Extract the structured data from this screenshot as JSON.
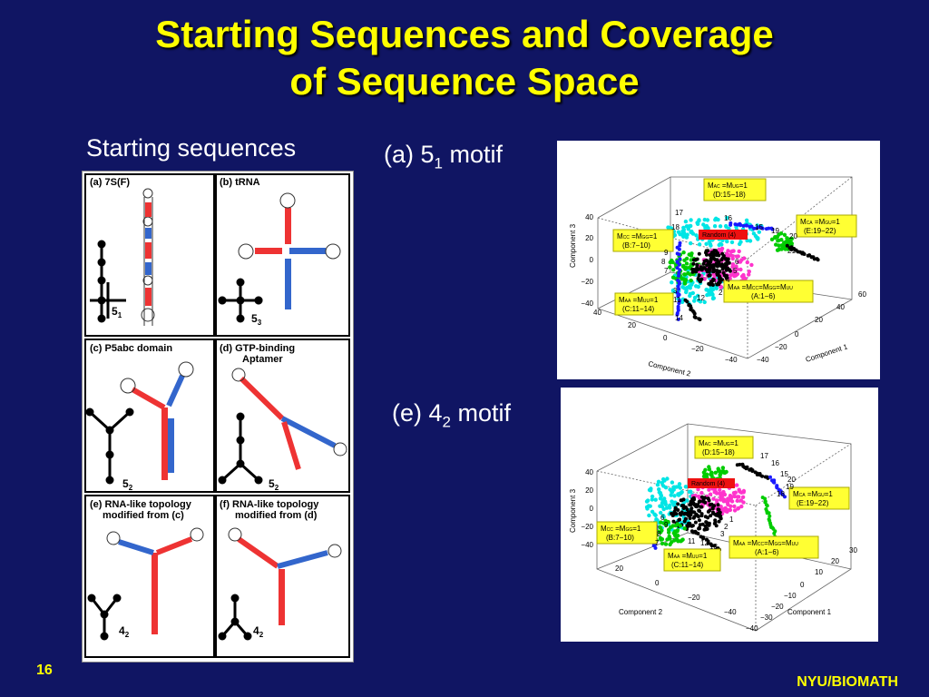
{
  "slide": {
    "title_line1": "Starting Sequences and Coverage",
    "title_line2": "of Sequence Space",
    "starting_sequences_label": "Starting sequences",
    "slide_number": "16",
    "footer": "NYU/BIOMATH",
    "colors": {
      "background": "#101563",
      "title": "#ffff00",
      "label": "#ffffff"
    }
  },
  "rna_panels": [
    {
      "label": "(a) 7S(F)",
      "motif": "5",
      "motif_sub": "1"
    },
    {
      "label": "(b) tRNA",
      "motif": "5",
      "motif_sub": "3"
    },
    {
      "label": "(c) P5abc domain",
      "motif": "5",
      "motif_sub": "2"
    },
    {
      "label_line1": "(d) GTP-binding",
      "label_line2": "Aptamer",
      "motif": "5",
      "motif_sub": "2"
    },
    {
      "label_line1": "(e) RNA-like topology",
      "label_line2": "modified from (c)",
      "motif": "4",
      "motif_sub": "2"
    },
    {
      "label_line1": "(f) RNA-like topology",
      "label_line2": "modified from (d)",
      "motif": "4",
      "motif_sub": "2"
    }
  ],
  "plot_a": {
    "caption_pre": "(a) 5",
    "caption_sub": "1",
    "caption_post": " motif",
    "zlabel": "Component 3",
    "ylabel": "Component 2",
    "xlabel": "Component 1",
    "z_ticks": [
      "40",
      "20",
      "0",
      "−20",
      "−40"
    ],
    "y_ticks": [
      "40",
      "20",
      "0",
      "−20",
      "−40"
    ],
    "x_ticks": [
      "−40",
      "−20",
      "0",
      "20",
      "40",
      "60"
    ],
    "random_label": "Random (4)",
    "boxes": [
      {
        "l1": "M",
        "s1": "AC",
        "m": " =M",
        "s2": "UG",
        "e": "=1",
        "l2": "(D:15−18)"
      },
      {
        "l1": "M",
        "s1": "CA",
        "m": " =M",
        "s2": "GU",
        "e": "=1",
        "l2": "(E:19−22)"
      },
      {
        "l1": "M",
        "s1": "CC",
        "m": " =M",
        "s2": "GG",
        "e": "=1",
        "l2": "(B:7−10)"
      },
      {
        "l1": "M",
        "s1": "AA",
        "m": " =M",
        "s2": "CC",
        "e": "=M",
        "s3": "GG",
        "e2": "=M",
        "s4": "UU",
        "l2": "(A:1−6)"
      },
      {
        "l1": "M",
        "s1": "AA",
        "m": " =M",
        "s2": "UU",
        "e": "=1",
        "l2": "(C:11−14)"
      }
    ],
    "num_labels": [
      "17",
      "16",
      "15",
      "19",
      "18",
      "20",
      "21",
      "9",
      "8",
      "7",
      "6",
      "5",
      "4",
      "3",
      "11",
      "12",
      "14",
      "13",
      "2",
      "1"
    ]
  },
  "plot_e": {
    "caption_pre": "(e) 4",
    "caption_sub": "2",
    "caption_post": " motif",
    "zlabel": "Component 3",
    "ylabel": "Component 2",
    "xlabel": "Component 1",
    "z_ticks": [
      "40",
      "20",
      "0",
      "−20",
      "−40"
    ],
    "y_ticks": [
      "20",
      "0",
      "−20",
      "−40"
    ],
    "x_ticks": [
      "−40",
      "−30",
      "−20",
      "−10",
      "0",
      "10",
      "20",
      "30"
    ],
    "random_label": "Random (4)",
    "boxes": [
      {
        "l1": "M",
        "s1": "AC",
        "m": " =M",
        "s2": "UG",
        "e": "=1",
        "l2": "(D:15−18)"
      },
      {
        "l1": "M",
        "s1": "CA",
        "m": " =M",
        "s2": "GU",
        "e": "=1",
        "l2": "(E:19−22)"
      },
      {
        "l1": "M",
        "s1": "CC",
        "m": " =M",
        "s2": "GG",
        "e": "=1",
        "l2": "(B:7−10)"
      },
      {
        "l1": "M",
        "s1": "AA",
        "m": " =M",
        "s2": "CC",
        "e": "=M",
        "s3": "GG",
        "e2": "=M",
        "s4": "UU",
        "l2": "(A:1−6)"
      },
      {
        "l1": "M",
        "s1": "AA",
        "m": " =M",
        "s2": "UU",
        "e": "=1",
        "l2": "(C:11−14)"
      }
    ],
    "num_labels": [
      "17",
      "16",
      "15",
      "19",
      "20",
      "18",
      "9",
      "8",
      "7",
      "11",
      "12",
      "13",
      "1",
      "2",
      "3",
      "6"
    ]
  }
}
